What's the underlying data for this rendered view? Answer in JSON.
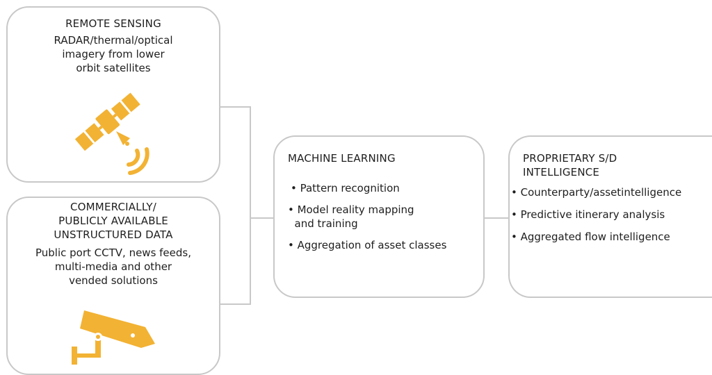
{
  "colors": {
    "accent": "#f2b233",
    "border": "#c8c8c8",
    "text": "#1e1e1e"
  },
  "remote_sensing": {
    "title": "REMOTE SENSING",
    "description_lines": [
      "RADAR/thermal/optical",
      "imagery from lower",
      "orbit satellites"
    ],
    "icon": "satellite-icon"
  },
  "commercial_data": {
    "title_lines": [
      "COMMERCIALLY/",
      "PUBLICLY AVAILABLE",
      "UNSTRUCTURED DATA"
    ],
    "description_lines": [
      "Public port CCTV, news feeds,",
      "multi-media and other",
      "vended solutions"
    ],
    "icon": "cctv-camera-icon"
  },
  "machine_learning": {
    "title": "MACHINE LEARNING",
    "items": [
      [
        "• Pattern recognition"
      ],
      [
        "• Model reality mapping",
        "  and training"
      ],
      [
        "• Aggregation of asset classes"
      ]
    ]
  },
  "proprietary": {
    "title_lines": [
      "PROPRIETARY S/D",
      "INTELLIGENCE"
    ],
    "items": [
      "• Counterparty/assetintelligence",
      "• Predictive itinerary analysis",
      "• Aggregated flow intelligence"
    ]
  }
}
